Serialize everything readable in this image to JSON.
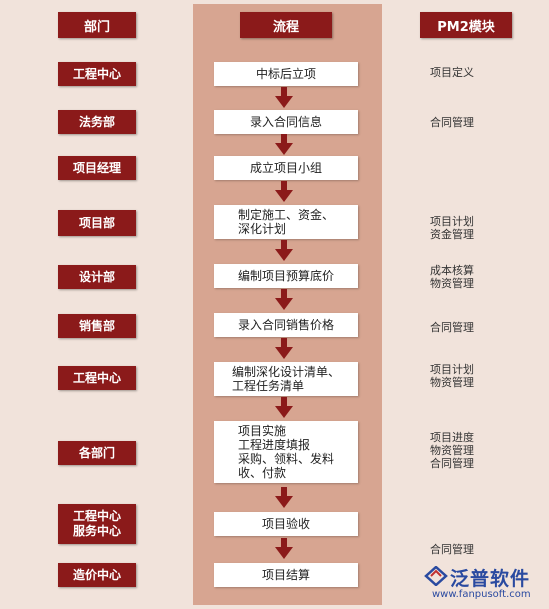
{
  "headers": {
    "department": "部门",
    "process": "流程",
    "module": "PM2模块"
  },
  "rows": [
    {
      "department": "工程中心",
      "step": "中标后立项",
      "module": "项目定义"
    },
    {
      "department": "法务部",
      "step": "录入合同信息",
      "module": "合同管理"
    },
    {
      "department": "项目经理",
      "step": "成立项目小组",
      "module": ""
    },
    {
      "department": "项目部",
      "step": "制定施工、资金、\n深化计划",
      "module": "项目计划\n资金管理"
    },
    {
      "department": "设计部",
      "step": "编制项目预算底价",
      "module": "成本核算\n物资管理"
    },
    {
      "department": "销售部",
      "step": "录入合同销售价格",
      "module": "合同管理"
    },
    {
      "department": "工程中心",
      "step": "编制深化设计清单、\n工程任务清单",
      "module": "项目计划\n物资管理"
    },
    {
      "department": "各部门",
      "step": "项目实施\n工程进度填报\n采购、领料、发料\n收、付款",
      "module": "项目进度\n物资管理\n合同管理"
    },
    {
      "department": "工程中心\n服务中心",
      "step": "项目验收",
      "module": ""
    },
    {
      "department": "造价中心",
      "step": "项目结算",
      "module": "合同管理"
    }
  ],
  "watermark": {
    "brand": "泛普软件",
    "url": "www.fanpusoft.com"
  },
  "colors": {
    "header_bg": "#8b1a1a",
    "band_bg": "#d7a591",
    "page_bg": "#f1e3db",
    "arrow": "#8b1a1a"
  }
}
